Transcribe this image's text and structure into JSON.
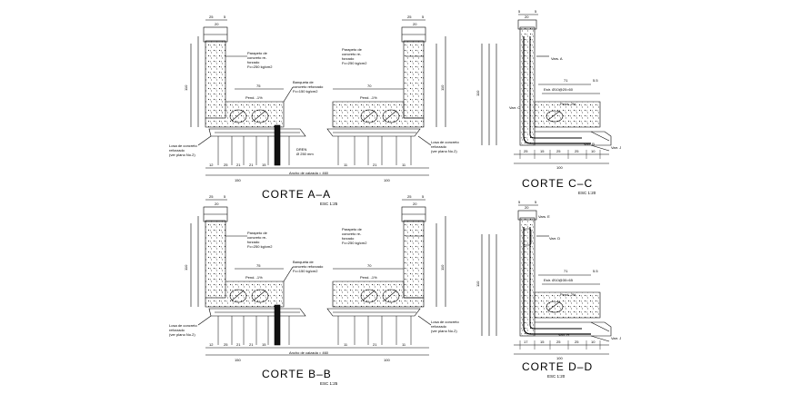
{
  "sections": [
    {
      "id": "aa",
      "title": "CORTE A–A",
      "scale": "ESC 1:25",
      "parapet_left_note": [
        "Parapeto de",
        "concreto re-",
        "forzado",
        "Fc=250 kg/cm2"
      ],
      "parapet_right_note": [
        "Parapeto de",
        "concreto re-",
        "forzado",
        "Fc=250 kg/cm2"
      ],
      "fill_note": [
        "Banqueta de",
        "concreto reforzado",
        "Fc=150 kg/cm2"
      ],
      "slope_left": "Pend. -1%",
      "slope_right": "Pend. -1%",
      "slab_left_note": [
        "Losa de concreto",
        "reforzado",
        "(ver plano No.2)"
      ],
      "slab_right_note": [
        "Losa de concreto",
        "reforzado",
        "(ver plano No.2)"
      ],
      "drain_note": [
        "DREN",
        "Ø 250 mm"
      ],
      "width_label": "Ancho de calzada = 460",
      "total_left": "150",
      "total_right": "100",
      "height_left": "110",
      "height_right": "110",
      "top_dims": [
        "25",
        "20",
        "5"
      ],
      "mid_dims": [
        "75",
        "70"
      ],
      "bottom_dims": [
        "12",
        "25",
        "21",
        "21",
        "15",
        "11",
        "21",
        "11"
      ]
    },
    {
      "id": "bb",
      "title": "CORTE B–B",
      "scale": "ESC 1:25",
      "parapet_left_note": [
        "Parapeto de",
        "concreto re-",
        "forzado",
        "Fc=250 kg/cm2"
      ],
      "parapet_right_note": [
        "Parapeto de",
        "concreto re-",
        "forzado",
        "Fc=250 kg/cm2"
      ],
      "fill_note": [
        "Banqueta de",
        "concreto reforzado",
        "Fc=150 kg/cm2"
      ],
      "slope_left": "Pend. -1%",
      "slope_right": "Pend. -1%",
      "slab_left_note": [
        "Losa de concreto",
        "reforzado",
        "(ver plano No.2)"
      ],
      "slab_right_note": [
        "Losa de concreto",
        "reforzado",
        "(ver plano No.2)"
      ],
      "drain_note": [
        "",
        ""
      ],
      "width_label": "Ancho de calzada = 460",
      "total_left": "150",
      "total_right": "100",
      "height_left": "110",
      "height_right": "110",
      "top_dims": [
        "25",
        "20",
        "5"
      ],
      "mid_dims": [
        "75",
        "70"
      ],
      "bottom_dims": [
        "12",
        "25",
        "21",
        "21",
        "15",
        "11",
        "21",
        "11"
      ]
    }
  ],
  "small_sections": [
    {
      "id": "cc",
      "title": "CORTE C–C",
      "scale": "ESC 1:20",
      "top_dims": [
        "5",
        "20",
        "5"
      ],
      "height": "110",
      "rebar_note": "Estr. Ø10@20=60",
      "bar_labels": [
        "Vars. A",
        "Varr. C",
        "Varr. B",
        "Varr. J"
      ],
      "slope": "Pend. 2%",
      "dims_right": [
        "71",
        "5.5"
      ],
      "bottom_dims": [
        "25",
        "15",
        "25",
        "25",
        "10"
      ],
      "total": "100"
    },
    {
      "id": "dd",
      "title": "CORTE D–D",
      "scale": "ESC 1:20",
      "top_dims": [
        "5",
        "20",
        "5"
      ],
      "height": "110",
      "rebar_note": "Estr. Ø10@30=65",
      "bar_labels": [
        "Vars. E",
        "Varr. D",
        "Varr. H",
        "Varr. J"
      ],
      "slope": "Pend. 2%",
      "dims_right": [
        "71",
        "5.5"
      ],
      "bottom_dims": [
        "17",
        "15",
        "25",
        "25",
        "10"
      ],
      "total": "100"
    }
  ]
}
